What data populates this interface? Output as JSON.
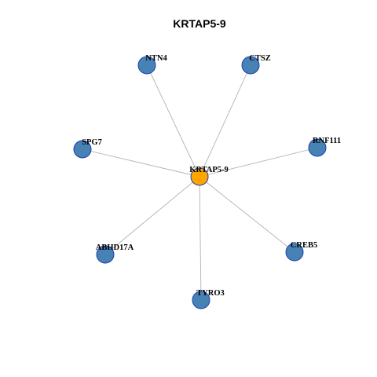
{
  "title": "KRTAP5-9",
  "colors": {
    "center_node": "#FFA500",
    "neighbor_node": "#4682B4",
    "node_border": "#1F3FB0",
    "edge": "#B3B3B3"
  },
  "center": "KRTAP5-9",
  "nodes": [
    {
      "id": "KRTAP5-9",
      "label": "KRTAP5-9",
      "role": "center"
    },
    {
      "id": "NTN4",
      "label": "NTN4",
      "role": "neighbor"
    },
    {
      "id": "CTSZ",
      "label": "CTSZ",
      "role": "neighbor"
    },
    {
      "id": "SPG7",
      "label": "SPG7",
      "role": "neighbor"
    },
    {
      "id": "RNF111",
      "label": "RNF111",
      "role": "neighbor"
    },
    {
      "id": "ABHD17A",
      "label": "ABHD17A",
      "role": "neighbor"
    },
    {
      "id": "CREB5",
      "label": "CREB5",
      "role": "neighbor"
    },
    {
      "id": "TYRO3",
      "label": "TYRO3",
      "role": "neighbor"
    }
  ],
  "edges": [
    {
      "source": "KRTAP5-9",
      "target": "NTN4"
    },
    {
      "source": "KRTAP5-9",
      "target": "CTSZ"
    },
    {
      "source": "KRTAP5-9",
      "target": "SPG7"
    },
    {
      "source": "KRTAP5-9",
      "target": "RNF111"
    },
    {
      "source": "KRTAP5-9",
      "target": "ABHD17A"
    },
    {
      "source": "KRTAP5-9",
      "target": "CREB5"
    },
    {
      "source": "KRTAP5-9",
      "target": "TYRO3"
    }
  ]
}
